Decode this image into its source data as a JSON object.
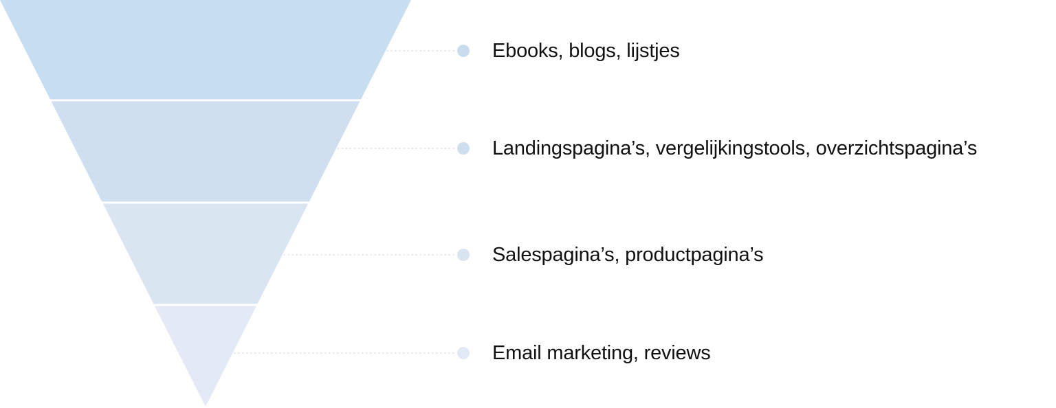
{
  "funnel": {
    "stages": [
      {
        "label": "Ebooks, blogs, lijstjes",
        "color": "#c7ddf0",
        "dot_color": "#c9dcee"
      },
      {
        "label": "Landingspagina’s, vergelijkingstools, overzichtspagina’s",
        "color": "#cfdfef",
        "dot_color": "#cfdeee"
      },
      {
        "label": "Salespagina’s, productpagina’s",
        "color": "#dae5f2",
        "dot_color": "#d9e4f1"
      },
      {
        "label": "Email marketing, reviews",
        "color": "#e3eaf6",
        "dot_color": "#e1e9f5"
      }
    ],
    "connector_color": "#d4dbe3",
    "divider_color": "#ffffff"
  }
}
